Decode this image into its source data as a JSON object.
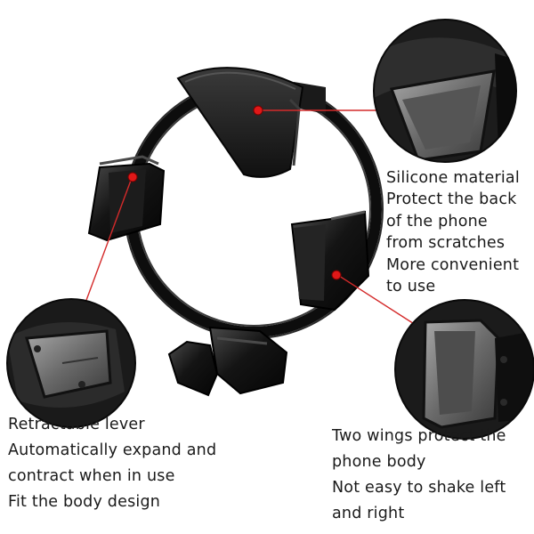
{
  "captions": {
    "silicone": [
      "Silicone material",
      "Protect the back",
      "of the phone",
      "from scratches",
      "More convenient",
      "to use"
    ],
    "lever": [
      "Retractable lever",
      "Automatically expand and",
      "contract when in use",
      "Fit the body design"
    ],
    "wings": [
      "Two wings protect the",
      "phone body",
      "Not easy to shake left",
      "and right"
    ]
  },
  "colors": {
    "callout_line": "#d42a2a",
    "marker_dot": "#e01818",
    "holder_body": "#151515",
    "text": "#1a1a1a"
  },
  "icons": {
    "detail_views": [
      "silicone-pad-closeup",
      "lever-closeup",
      "wing-closeup"
    ]
  }
}
